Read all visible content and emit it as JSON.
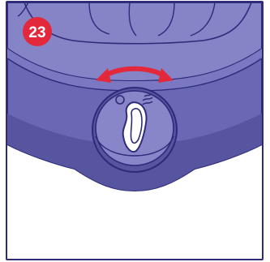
{
  "step": {
    "number": "23"
  },
  "colors": {
    "body_light": "#7a78c0",
    "body_mid": "#6a68b4",
    "body_dark": "#57559f",
    "outline": "#2d2b7a",
    "badge": "#e4283c",
    "arrow": "#e4283c",
    "knob": "#8886c8",
    "background": "#ffffff"
  },
  "icons": {
    "step_badge": "numbered-circle",
    "rotate_arrow": "double-headed-curved-arrow",
    "off_symbol": "circle-icon",
    "steam_symbol": "steam-waves-icon"
  }
}
